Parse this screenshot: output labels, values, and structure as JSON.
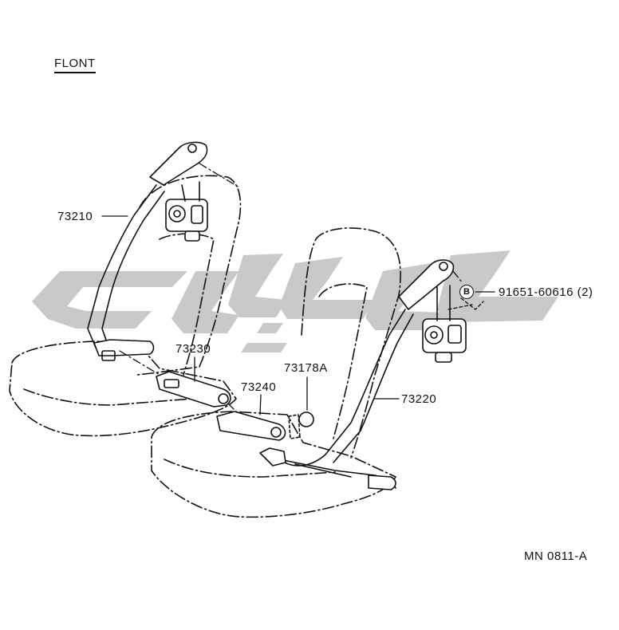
{
  "diagram": {
    "direction_label": "FLONT",
    "parts": {
      "outer_belt_left": "73210",
      "inner_belt_left": "73230",
      "cover": "73178A",
      "inner_belt_right": "73240",
      "outer_belt_right": "73220"
    },
    "bolt": {
      "badge": "B",
      "part_no": "91651-60616 (2)"
    },
    "figure_code": "MN 0811-A"
  },
  "colors": {
    "line": "#111111",
    "watermark": "#c9c9c9"
  }
}
